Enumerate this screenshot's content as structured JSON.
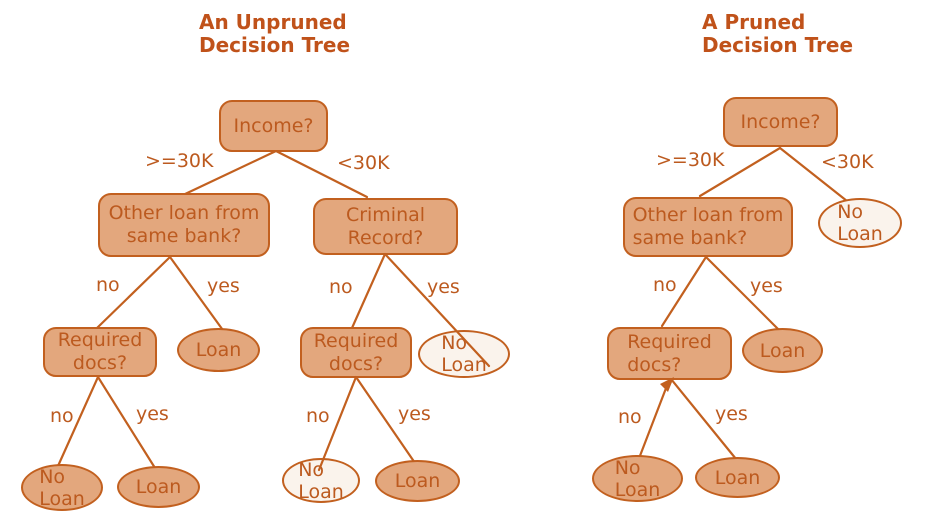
{
  "colors": {
    "background": "#ffffff",
    "edge": "#c2601f",
    "node_fill": "#e3a77d",
    "node_border": "#c2601f",
    "leaf_light": "#faf3ec",
    "text": "#bc5a1f",
    "title": "#c0521a"
  },
  "unpruned": {
    "title": {
      "line1": "An Unpruned",
      "line2": "Decision Tree"
    },
    "labels": {
      "gte30k": ">=30K",
      "lt30k": "<30K",
      "no": "no",
      "yes": "yes"
    },
    "nodes": {
      "income": {
        "line1": "Income?"
      },
      "other_loan": {
        "line1": "Other loan from",
        "line2": "same bank?"
      },
      "criminal_record": {
        "line1": "Criminal",
        "line2": "Record?"
      },
      "required_docs_left": {
        "line1": "Required",
        "line2": "docs?"
      },
      "loan_upper": {
        "line1": "Loan"
      },
      "required_docs_right": {
        "line1": "Required",
        "line2": "docs?"
      },
      "no_loan_upper": {
        "line1": "No",
        "line2": "Loan"
      },
      "no_loan_lower_left": {
        "line1": "No",
        "line2": "Loan"
      },
      "loan_lower_left": {
        "line1": "Loan"
      },
      "no_loan_lower_mid": {
        "line1": "No",
        "line2": "Loan"
      },
      "loan_lower_mid": {
        "line1": "Loan"
      }
    }
  },
  "pruned": {
    "title": {
      "line1": "A Pruned",
      "line2": "Decision Tree"
    },
    "labels": {
      "gte30k": ">=30K",
      "lt30k": "<30K",
      "no": "no",
      "yes": "yes"
    },
    "nodes": {
      "income": {
        "line1": "Income?"
      },
      "other_loan": {
        "line1": "Other loan from",
        "line2": "same bank?"
      },
      "no_loan_root": {
        "line1": "No",
        "line2": "Loan"
      },
      "required_docs": {
        "line1": "Required",
        "line2": "docs?"
      },
      "loan_upper": {
        "line1": "Loan"
      },
      "no_loan_lower": {
        "line1": "No",
        "line2": "Loan"
      },
      "loan_lower": {
        "line1": "Loan"
      }
    }
  }
}
